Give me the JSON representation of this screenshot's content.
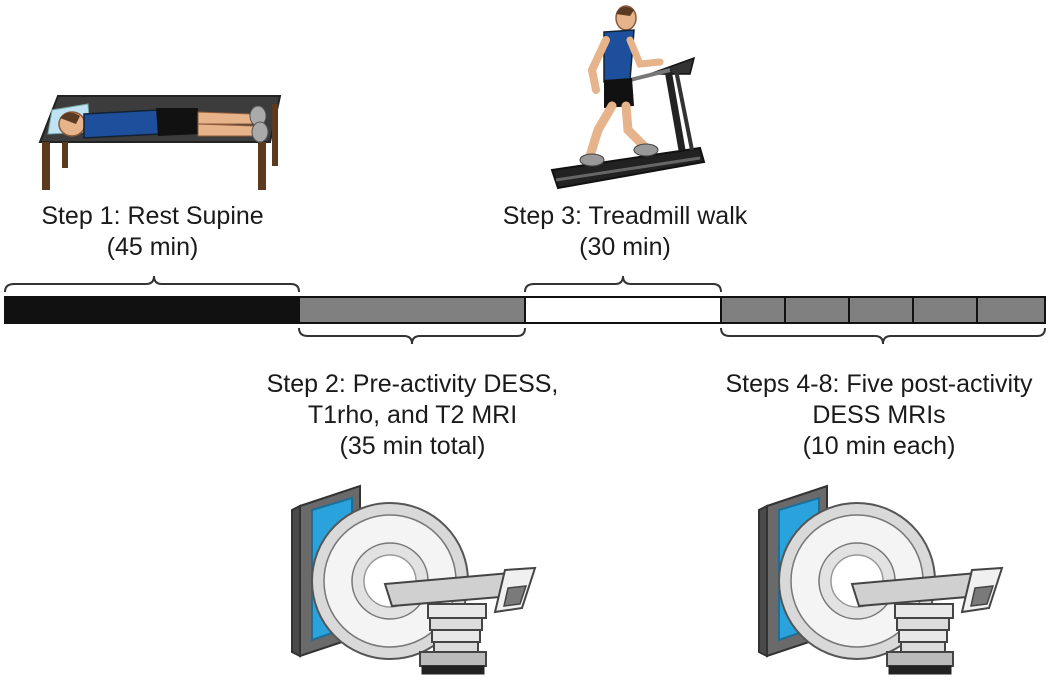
{
  "steps": {
    "step1": {
      "line1": "Step 1: Rest Supine",
      "line2": "(45 min)"
    },
    "step2": {
      "line1": "Step 2: Pre-activity DESS,",
      "line2": "T1rho, and T2 MRI",
      "line3": "(35 min total)"
    },
    "step3": {
      "line1": "Step 3: Treadmill walk",
      "line2": "(30 min)"
    },
    "step4": {
      "line1": "Steps 4-8: Five post-activity",
      "line2": "DESS MRIs",
      "line3": "(10 min each)"
    }
  },
  "timeline": {
    "segments": [
      {
        "step": "Step 1",
        "minutes": 45,
        "fill": "#111111"
      },
      {
        "step": "Step 2",
        "minutes": 35,
        "fill": "#808080"
      },
      {
        "step": "Step 3",
        "minutes": 30,
        "fill": "#ffffff"
      },
      {
        "step": "Steps 4-8",
        "minutes": 50,
        "fill": "#808080",
        "subdivisions": 5
      }
    ]
  },
  "illustrations": {
    "rest": "person-lying-on-table",
    "treadmill": "person-walking-on-treadmill",
    "mri": "mri-scanner"
  },
  "colors": {
    "mri_bore_blue": "#2aa3dc",
    "shirt_blue": "#1e4f9c",
    "bar_gray": "#808080",
    "bar_black": "#111111"
  }
}
